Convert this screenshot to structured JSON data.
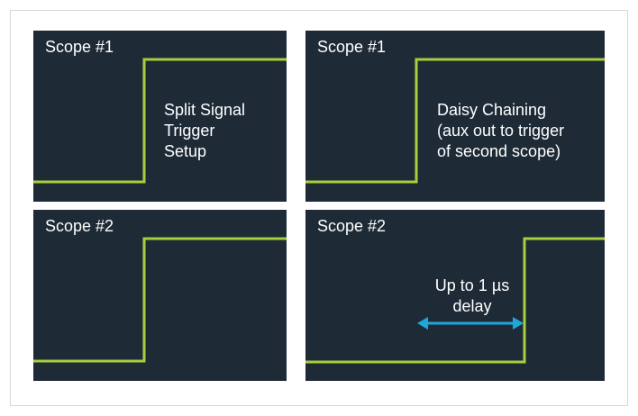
{
  "panels": {
    "top_left": {
      "title": "Scope #1",
      "note": [
        "Split Signal",
        "Trigger",
        "Setup"
      ]
    },
    "top_right": {
      "title": "Scope #1",
      "note": [
        "Daisy Chaining",
        "(aux out to trigger",
        "of second scope)"
      ]
    },
    "bottom_left": {
      "title": "Scope #2"
    },
    "bottom_right": {
      "title": "Scope #2",
      "note": [
        "Up to 1 µs",
        "delay"
      ]
    }
  },
  "colors": {
    "panel_background": "#1e2b37",
    "signal_trace": "#a4d03b",
    "delay_arrow": "#1ea8d8",
    "text": "#ffffff"
  }
}
